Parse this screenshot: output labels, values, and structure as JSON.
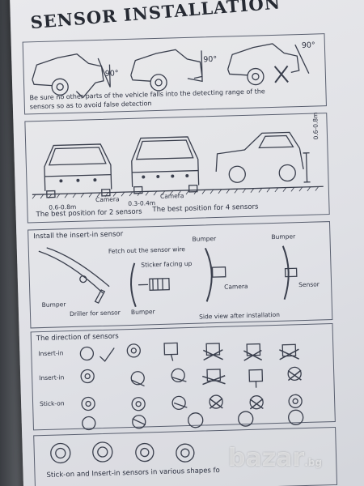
{
  "document": {
    "title": "SENSOR INSTALLATION",
    "section1": {
      "angles": [
        "90°",
        "90°",
        "90°"
      ],
      "note_line1": "Be sure no other parts of the vehicle falls into the detecting range of the",
      "note_line2": "sensors so as to avoid false detection"
    },
    "section2": {
      "dim_left": "0.6-0.8m",
      "dim_mid": "0.3-0.4m",
      "dim_right": "0.6-0.8m",
      "camera_left": "Camera",
      "camera_right": "Camera",
      "caption_2": "The best position for 2 sensors",
      "caption_4": "The best position for 4 sensors"
    },
    "section3": {
      "heading": "Install the insert-in sensor",
      "fetch": "Fetch out the sensor wire",
      "sticker": "Sticker facing up",
      "bumper_a": "Bumper",
      "bumper_b": "Bumper",
      "bumper_c": "Bumper",
      "bumper_d": "Bumper",
      "driller": "Driller for sensor",
      "camera": "Camera",
      "sensor": "Sensor",
      "side_view": "Side view after installation"
    },
    "section4": {
      "heading": "The direction of sensors",
      "row1": "Insert-in",
      "row2": "Insert-in",
      "row3": "Stick-on"
    },
    "section5": {
      "caption": "Stick-on and Insert-in sensors in various shapes fo"
    },
    "watermark": "bazar",
    "watermark_suffix": ".bg"
  },
  "colors": {
    "paper": "#e3e4e8",
    "ink": "#2c3140",
    "border": "#5a6070"
  }
}
